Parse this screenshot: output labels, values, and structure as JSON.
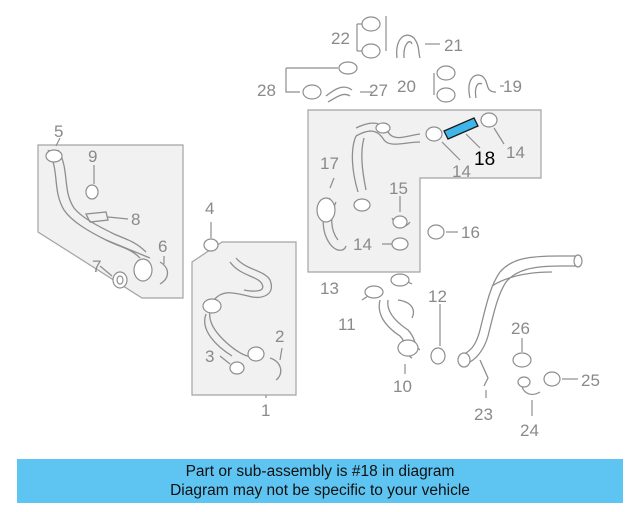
{
  "diagram": {
    "callouts": {
      "c1": "1",
      "c2": "2",
      "c3": "3",
      "c4": "4",
      "c5": "5",
      "c6": "6",
      "c7": "7",
      "c8": "8",
      "c9": "9",
      "c10": "10",
      "c11": "11",
      "c12": "12",
      "c13": "13",
      "c14a": "14",
      "c14b": "14",
      "c14c": "14",
      "c15": "15",
      "c16": "16",
      "c17": "17",
      "c18": "18",
      "c19": "19",
      "c20": "20",
      "c21": "21",
      "c22": "22",
      "c23": "23",
      "c24": "24",
      "c25": "25",
      "c26": "26",
      "c27": "27",
      "c28": "28"
    },
    "highlight_color": "#3fb6ea"
  },
  "caption": {
    "line1": "Part or sub-assembly is #18 in diagram",
    "line2": "Diagram may not be specific to your vehicle",
    "background": "#5ec4f2"
  }
}
